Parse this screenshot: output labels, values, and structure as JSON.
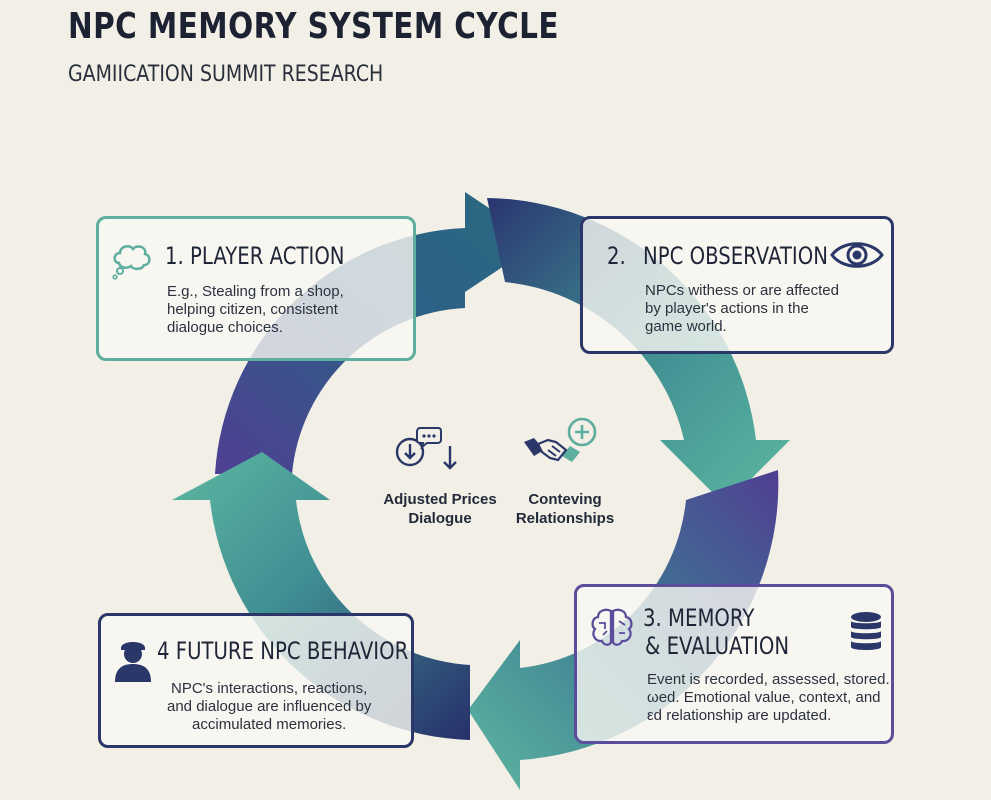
{
  "title": "NPC MEMORY SYSTEM CYCLE",
  "subtitle": "GAMIICATION SUMMIT RESEARCH",
  "colors": {
    "teal": "#5dae9f",
    "navy": "#2b3768",
    "purple": "#5b4c9c",
    "background": "#f1efe6"
  },
  "steps": [
    {
      "heading": "1. PLAYER ACTION",
      "lines": [
        "E.g., Stealing from a shop,",
        "helping citizen, consistent",
        "dialogue choices."
      ],
      "icon": "thought-bubble-icon"
    },
    {
      "number": "2.",
      "heading": "NPC OBSERVATION",
      "lines": [
        "NPCs withess or are affected",
        "by player's actions in the",
        "game world."
      ],
      "icon": "eye-icon"
    },
    {
      "heading_line1": "3. MEMORY",
      "heading_line2": "& EVALUATION",
      "lines": [
        "Event is recorded, assessed, stored.",
        "ωed. Emotional value, context, and",
        "εd relationship are updated."
      ],
      "icon": "brain-icon",
      "icon2": "database-icon"
    },
    {
      "heading": "4 FUTURE NPC BEHAVIOR",
      "lines": [
        "NPC's interactions, reactions,",
        "and dialogue are influenced by",
        "accimulated memories."
      ],
      "icon": "person-icon"
    }
  ],
  "center": [
    {
      "line1": "Adjusted Prices",
      "line2": "Dialogue",
      "icon": "price-dialogue-icon"
    },
    {
      "line1": "Conteving",
      "line2": "Relationships",
      "icon": "handshake-icon"
    }
  ]
}
